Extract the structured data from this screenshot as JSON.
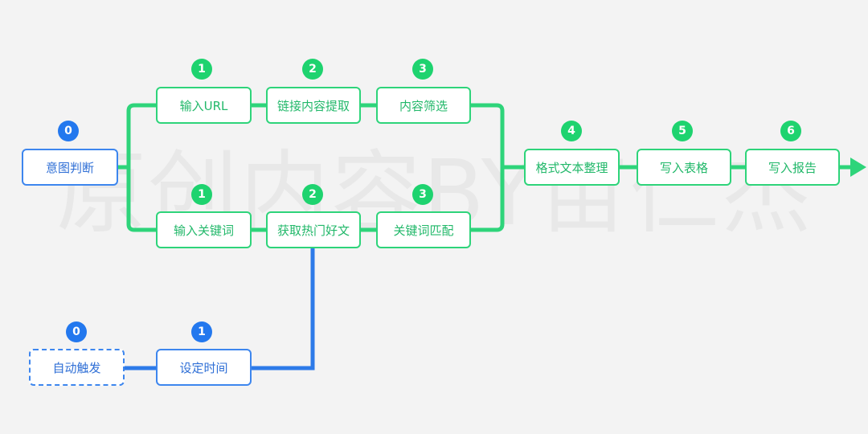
{
  "watermark": "原创内容BY苗仁杰",
  "colors": {
    "green": "#2ed47a",
    "blue": "#2d7ae8",
    "background": "#f3f3f3"
  },
  "nodes": {
    "intent": {
      "label": "意图判断",
      "step": "0"
    },
    "url_input": {
      "label": "输入URL",
      "step": "1"
    },
    "link_extract": {
      "label": "链接内容提取",
      "step": "2"
    },
    "content_filter": {
      "label": "内容筛选",
      "step": "3"
    },
    "keyword_input": {
      "label": "输入关键词",
      "step": "1"
    },
    "hot_articles": {
      "label": "获取热门好文",
      "step": "2"
    },
    "keyword_match": {
      "label": "关键词匹配",
      "step": "3"
    },
    "format_text": {
      "label": "格式文本整理",
      "step": "4"
    },
    "write_table": {
      "label": "写入表格",
      "step": "5"
    },
    "write_report": {
      "label": "写入报告",
      "step": "6"
    },
    "auto_trigger": {
      "label": "自动触发",
      "step": "0"
    },
    "set_time": {
      "label": "设定时间",
      "step": "1"
    }
  }
}
